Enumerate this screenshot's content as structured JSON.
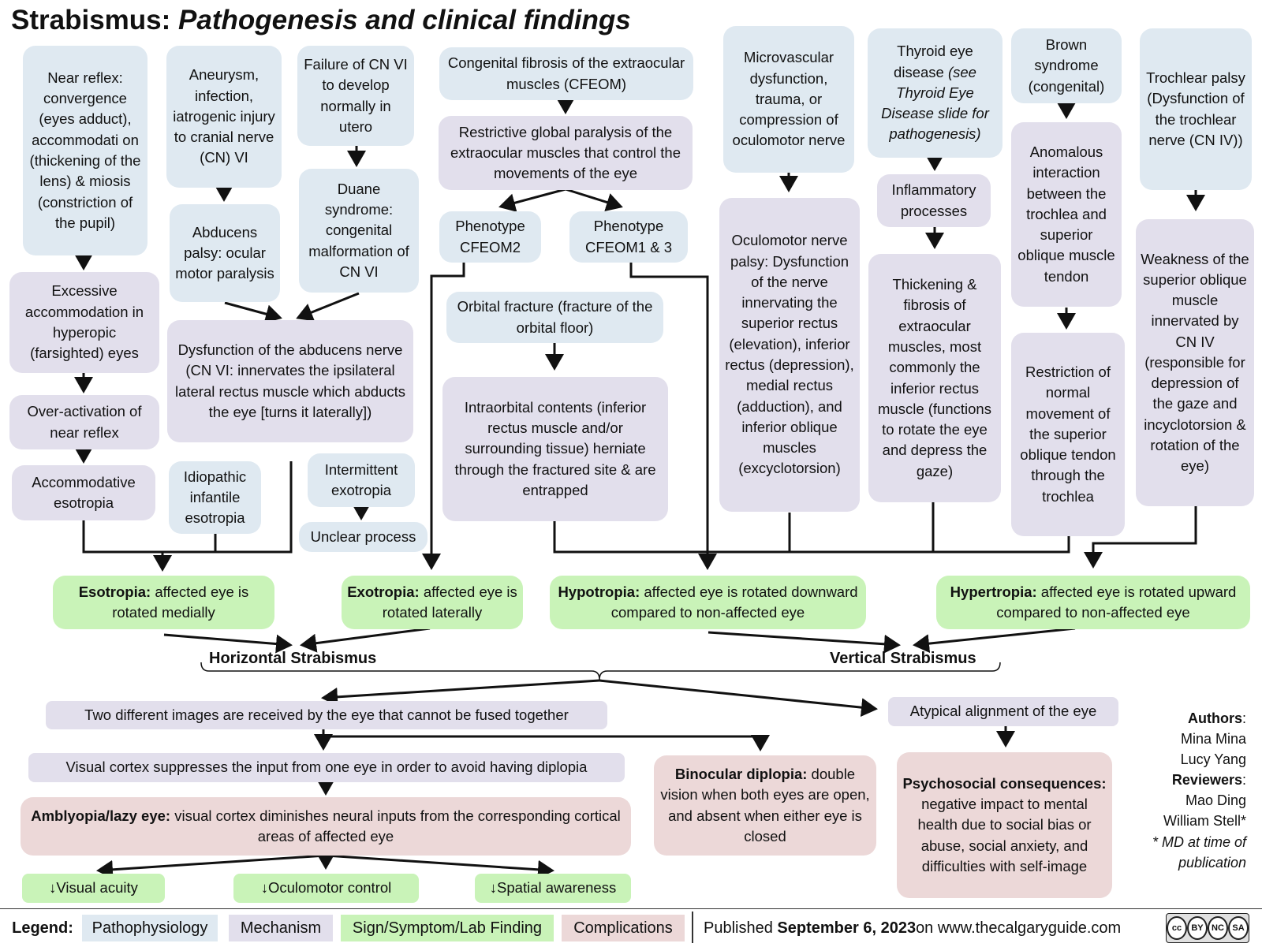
{
  "title": {
    "main": "Strabismus:",
    "sub": "Pathogenesis and clinical findings"
  },
  "boxes": {
    "near_reflex": "Near reflex: convergence (eyes adduct), accommodati on (thickening of the lens) & miosis (constriction of the pupil)",
    "excessive_accommodation": "Excessive accommodation in hyperopic (farsighted) eyes",
    "over_activation": "Over-activation of near reflex",
    "accommodative_esotropia": "Accommodative esotropia",
    "aneurysm": "Aneurysm, infection, iatrogenic injury to cranial nerve (CN) VI",
    "abducens_palsy": "Abducens palsy: ocular motor paralysis",
    "failure_cn6": "Failure of CN VI to develop normally in utero",
    "duane": "Duane syndrome: congenital malformation of CN VI",
    "abducens_dysfunction": "Dysfunction of the abducens nerve (CN VI: innervates the ipsilateral lateral rectus muscle which abducts the eye [turns it laterally])",
    "idiopathic": "Idiopathic infantile esotropia",
    "intermittent": "Intermittent exotropia",
    "unclear": "Unclear process",
    "cfeom": "Congenital fibrosis of the extraocular muscles (CFEOM)",
    "restrictive": "Restrictive global paralysis of the extraocular muscles that control the movements of the eye",
    "cfeom2": "Phenotype CFEOM2",
    "cfeom13": "Phenotype CFEOM1 & 3",
    "orbital_fracture": "Orbital fracture (fracture of the orbital floor)",
    "intraorbital": "Intraorbital contents (inferior rectus muscle and/or surrounding tissue) herniate through the fractured site & are entrapped",
    "microvascular": "Microvascular dysfunction, trauma, or compression of oculomotor nerve",
    "oculomotor_palsy": "Oculomotor nerve palsy: Dysfunction of the nerve innervating the superior rectus (elevation), inferior rectus (depression), medial rectus (adduction), and inferior oblique muscles (excyclotorsion)",
    "thyroid_a": "Thyroid eye disease ",
    "thyroid_b": "(see Thyroid Eye Disease slide for pathogenesis)",
    "inflammatory": "Inflammatory processes",
    "thickening": "Thickening & fibrosis of extraocular muscles, most commonly the inferior rectus muscle (functions to rotate the eye and depress the gaze)",
    "brown": "Brown syndrome (congenital)",
    "anomalous": "Anomalous interaction between the trochlea and superior oblique muscle tendon",
    "restriction": "Restriction of normal movement of the superior oblique tendon through the trochlea",
    "trochlear_palsy": "Trochlear palsy (Dysfunction of the trochlear nerve (CN IV))",
    "weakness": "Weakness of the superior oblique muscle innervated by CN IV (responsible for depression of the gaze and incyclotorsion & rotation of the eye)",
    "esotropia_b": "Esotropia:",
    "esotropia": " affected eye is rotated medially",
    "exotropia_b": "Exotropia:",
    "exotropia": " affected eye is rotated laterally",
    "hypotropia_b": "Hypotropia:",
    "hypotropia": " affected eye is rotated downward compared to non-affected eye",
    "hypertropia_b": "Hypertropia:",
    "hypertropia": " affected eye is rotated upward compared to non-affected eye",
    "two_images": "Two different images are received by the eye that cannot be fused together",
    "visual_cortex": "Visual cortex suppresses the input from one eye in order to avoid having diplopia",
    "amblyopia_b": "Amblyopia/lazy eye:",
    "amblyopia": " visual cortex diminishes neural inputs from the corresponding cortical areas of affected eye",
    "visual_acuity": "↓Visual acuity",
    "oculomotor_control": "↓Oculomotor control",
    "spatial_awareness": "↓Spatial awareness",
    "diplopia_b": "Binocular diplopia:",
    "diplopia": " double vision when both eyes are open, and absent when either eye is closed",
    "atypical": "Atypical alignment of the eye",
    "psychosocial_b": "Psychosocial consequences:",
    "psychosocial": " negative impact to mental health due to social bias or abuse, social anxiety, and difficulties with self-image"
  },
  "headers": {
    "horizontal": "Horizontal Strabismus",
    "vertical": "Vertical  Strabismus"
  },
  "authors": {
    "authors_label": "Authors",
    "authors": [
      "Mina Mina",
      "Lucy Yang"
    ],
    "reviewers_label": "Reviewers",
    "reviewers": [
      "Mao Ding",
      "William Stell*"
    ],
    "note": "* MD at time of publication"
  },
  "legend": {
    "label": "Legend:",
    "items": [
      "Pathophysiology",
      "Mechanism",
      "Sign/Symptom/Lab Finding",
      "Complications"
    ],
    "published_prefix": "Published ",
    "published_date": "September 6, 2023",
    "published_suffix": " on www.thecalgaryguide.com",
    "license": [
      "cc",
      "BY",
      "NC",
      "SA"
    ]
  },
  "colors": {
    "pathophysiology": "#dfe9f1",
    "mechanism": "#e2dfec",
    "sign": "#c9f3b8",
    "complications": "#ecd8d8"
  }
}
